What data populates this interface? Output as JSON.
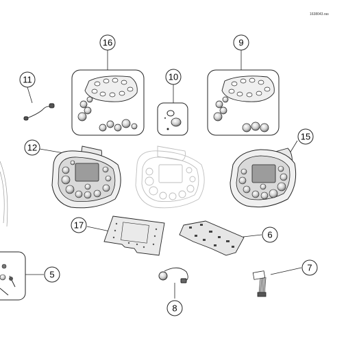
{
  "drawing_code": "1638043.ras",
  "callouts": [
    {
      "id": "c16",
      "label": "16"
    },
    {
      "id": "c9",
      "label": "9"
    },
    {
      "id": "c11",
      "label": "11"
    },
    {
      "id": "c10",
      "label": "10"
    },
    {
      "id": "c12",
      "label": "12"
    },
    {
      "id": "c15",
      "label": "15"
    },
    {
      "id": "c17",
      "label": "17"
    },
    {
      "id": "c6",
      "label": "6"
    },
    {
      "id": "c5",
      "label": "5"
    },
    {
      "id": "c7",
      "label": "7"
    },
    {
      "id": "c8",
      "label": "8"
    }
  ],
  "colors": {
    "line": "#222222",
    "fill_light": "#eeeeee",
    "fill_mid": "#cfcfcf",
    "fill_dark": "#9a9a9a",
    "ghost": "#bdbdbd"
  }
}
